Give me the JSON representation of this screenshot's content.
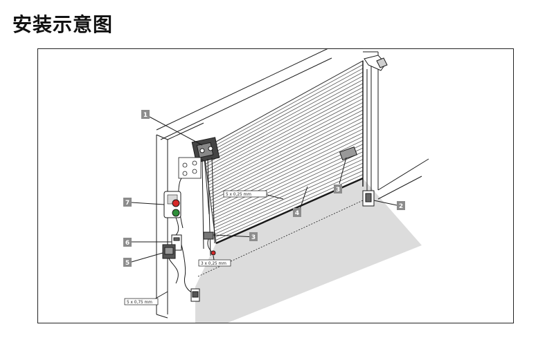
{
  "title": "安装示意图",
  "colors": {
    "badge": "#8c8c8c",
    "floor": "#dcdcdc",
    "line": "#1a1a1a",
    "signal_red": "#d62828",
    "signal_green": "#2f8f3a"
  },
  "callouts": [
    {
      "num": "1",
      "component": "drive-motor"
    },
    {
      "num": "2",
      "component": "floor-bracket"
    },
    {
      "num": "3",
      "component": "photocell-right"
    },
    {
      "num": "3",
      "component": "photocell-left"
    },
    {
      "num": "4",
      "component": "safety-edge"
    },
    {
      "num": "5",
      "component": "control-box"
    },
    {
      "num": "6",
      "component": "key-switch"
    },
    {
      "num": "7",
      "component": "traffic-light"
    }
  ],
  "cables": [
    {
      "label": "5 x 0,25 mm"
    },
    {
      "label": "3 x 0,25 mm"
    },
    {
      "label": "5 x 0,75 mm"
    }
  ]
}
